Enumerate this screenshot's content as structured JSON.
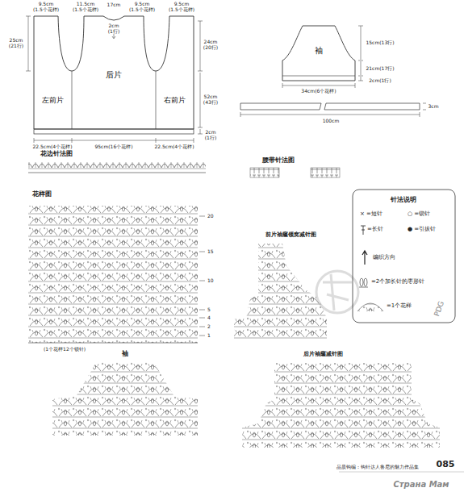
{
  "diagram": {
    "nodes": [
      {
        "text": [
          "左前片"
        ]
      },
      {
        "text": [
          "后片"
        ]
      },
      {
        "text": [
          "右前片"
        ]
      },
      {
        "text": [
          "袖"
        ]
      }
    ],
    "labels": [
      "9.5cm (1.5个花样)",
      "11.5cm (1.5个花样)",
      "17cm",
      "9.5cm (1.5个花样)",
      "2cm (1行)",
      "9.5cm (1.5个花样)",
      "25cm (21行)",
      "24cm (20行)",
      "52cm (43行)",
      "2cm (1行)",
      "22.5cm(4个花样)",
      "95cm(16个花样)",
      "22.5cm(4个花样)",
      "15cm(13行)",
      "21cm(17行)",
      "2cm(1行)",
      "34cm(6个花样)",
      "3cm",
      "100cm",
      "花边针法图",
      "腰带针法图",
      "花样图",
      "20",
      "15",
      "10",
      "5",
      "4",
      "2",
      "1",
      "(1个花样12个锁针)",
      "前片袖窿领窝减针图",
      "后片袖窿减针图",
      "袖",
      "针法说明",
      "PDG",
      "品质钩编：钩针达人鲁尼的魅力作品集",
      "085",
      "Страна Мам"
    ],
    "legend": [
      {
        "text": "× =短针"
      },
      {
        "text": "○ =锁针"
      },
      {
        "text": "=长针"
      },
      {
        "text": "● =引拔针"
      },
      {
        "text": "编织方向"
      },
      {
        "text": "=2个加长针的枣形针"
      },
      {
        "text": "=1个花样"
      }
    ]
  }
}
